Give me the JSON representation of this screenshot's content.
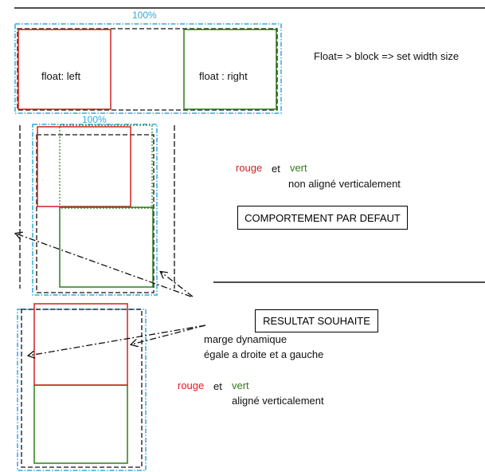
{
  "colors": {
    "red": "#d42020",
    "green": "#2e7d1a",
    "blue_dashed": "#2fa8e0",
    "black": "#111111"
  },
  "labels": {
    "pct_top": "100%",
    "pct_mid": "100%",
    "float_left": "float: left",
    "float_right": "float :  right",
    "note_float": "Float= > block => set width size",
    "rouge_1": "rouge",
    "et_1": "et",
    "vert_1": "vert",
    "non_aligne": "non aligné verticalement",
    "comportement": "COMPORTEMENT PAR DEFAUT",
    "resultat": "RESULTAT SOUHAITE",
    "marge": "marge dynamique",
    "egale": "égale a droite et a gauche",
    "rouge_2": "rouge",
    "et_2": "et",
    "vert_2": "vert",
    "aligne": "aligné verticalement"
  }
}
